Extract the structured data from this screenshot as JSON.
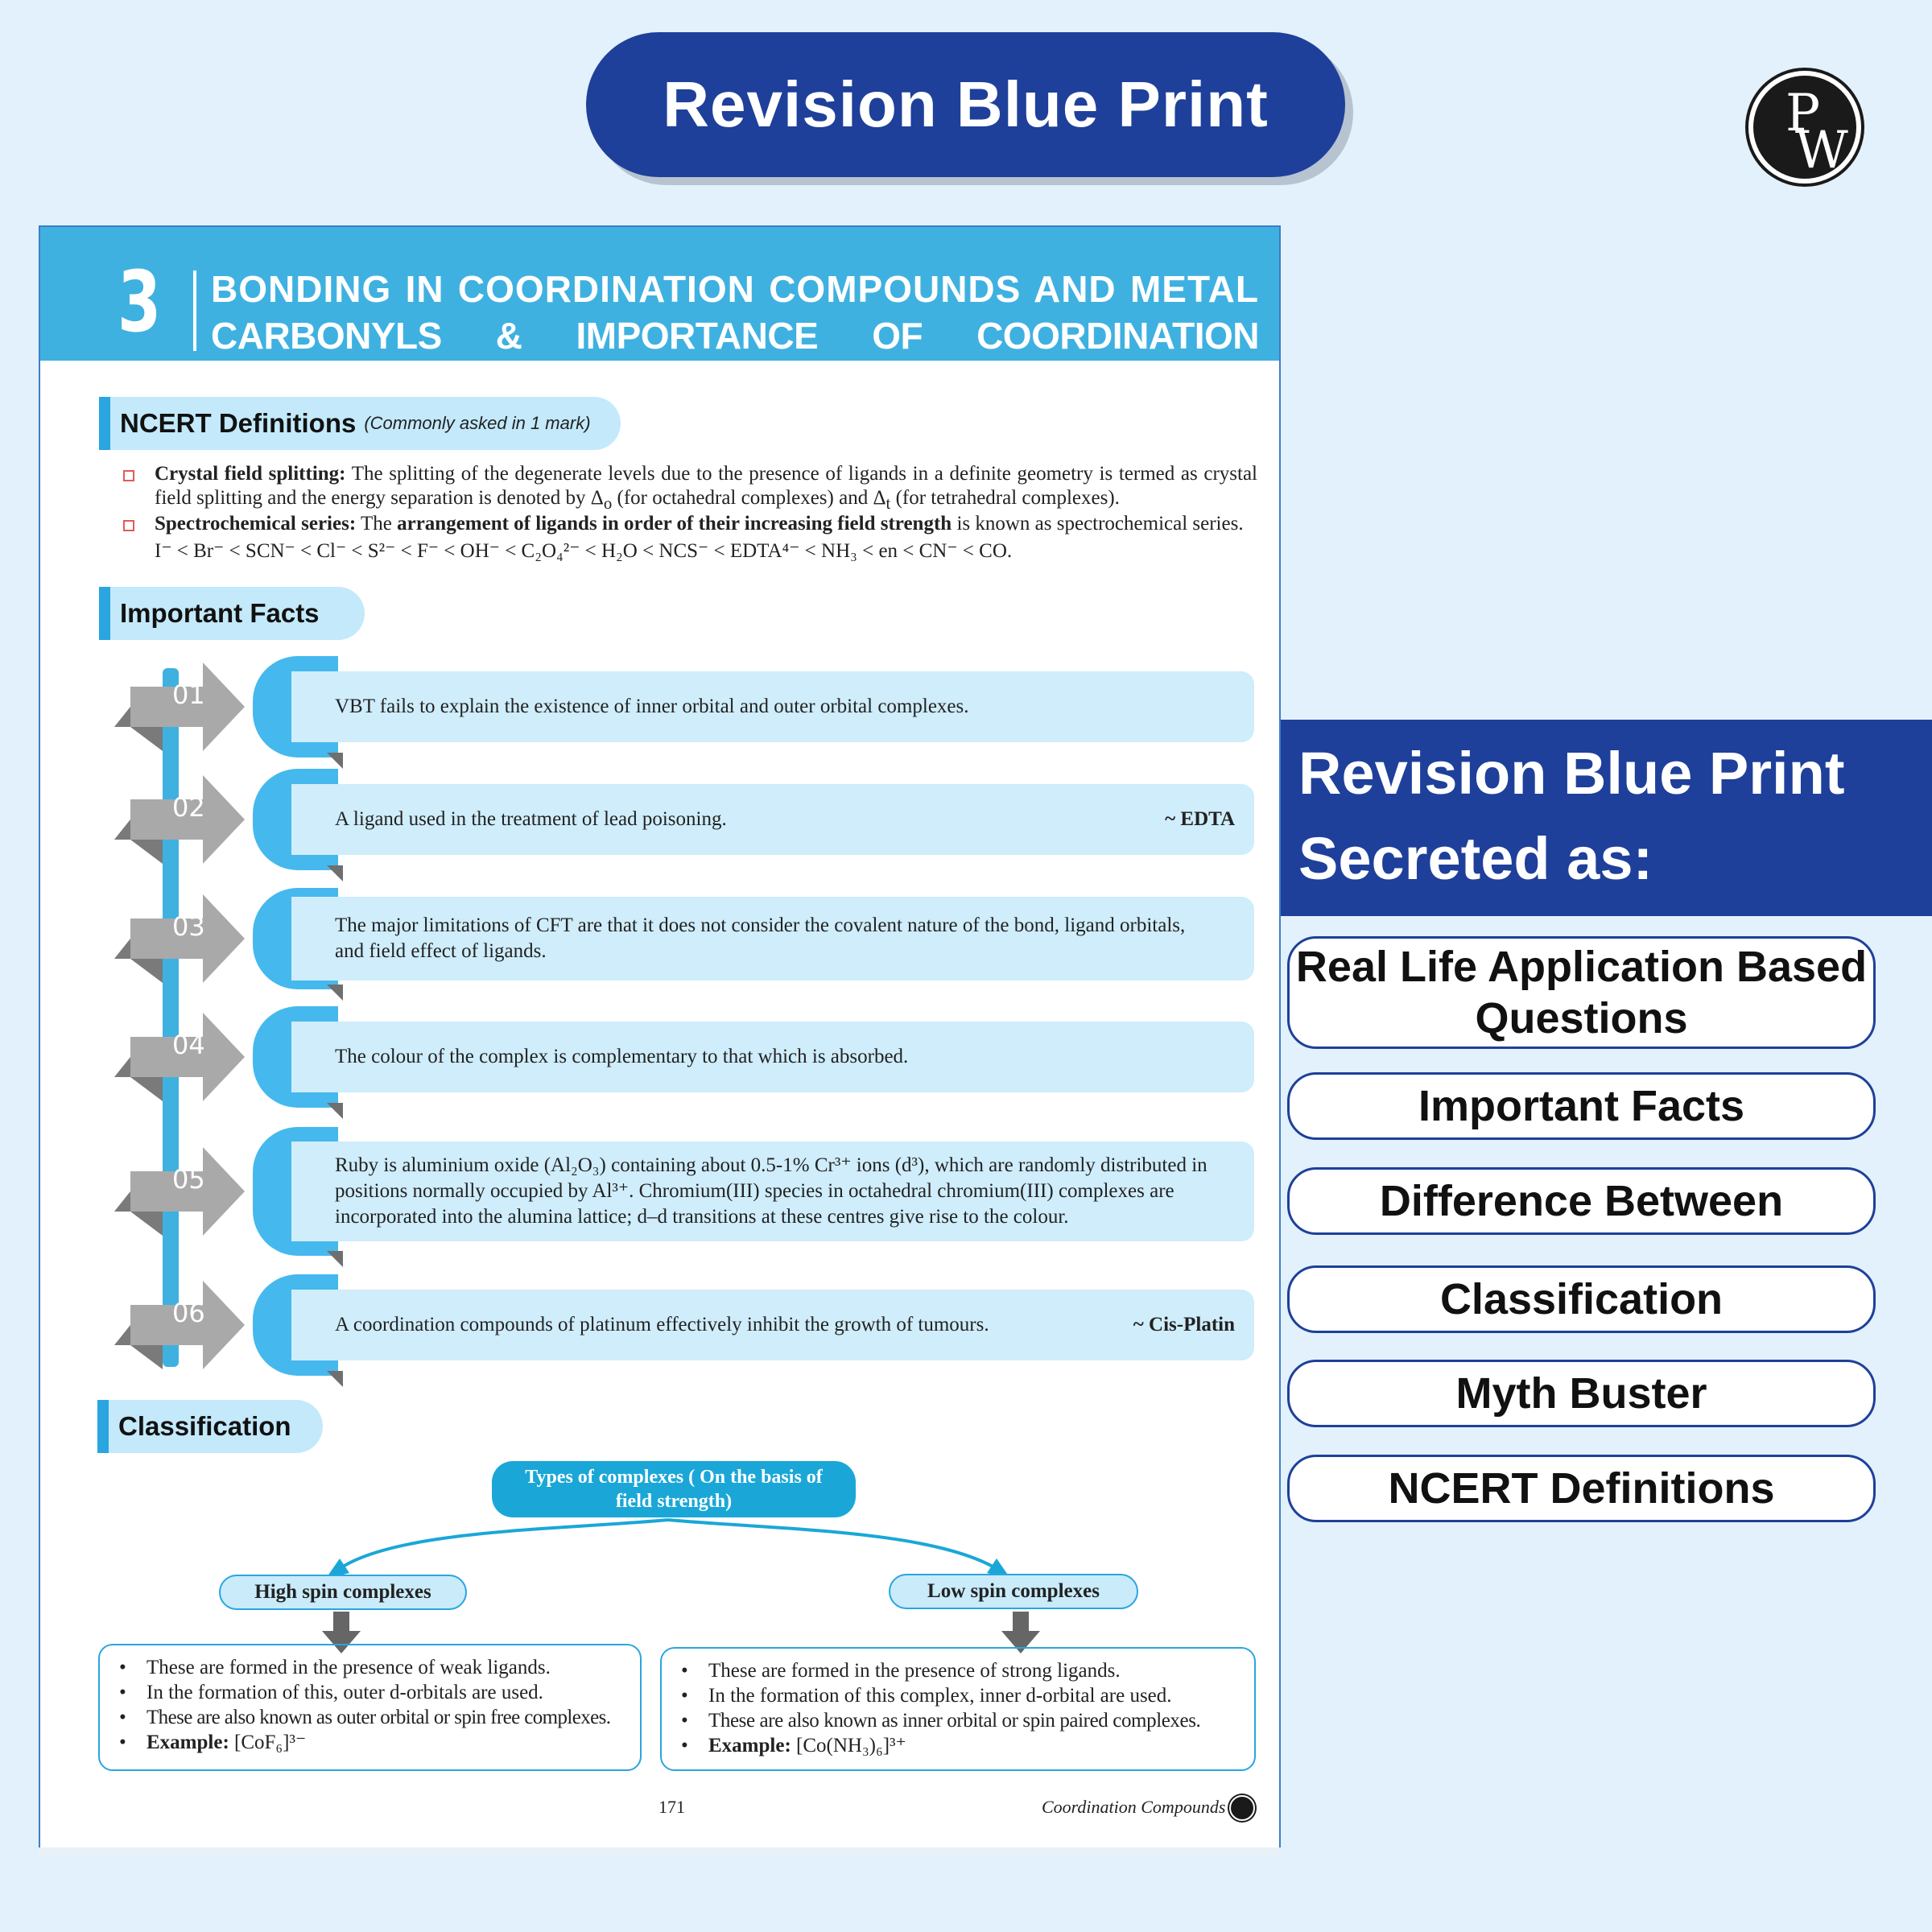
{
  "banner": {
    "title": "Revision Blue Print"
  },
  "logo": {
    "p": "P",
    "w": "W"
  },
  "chapter": {
    "number": "3",
    "title_line1": "BONDING IN COORDINATION COMPOUNDS AND METAL",
    "title_line2": "CARBONYLS & IMPORTANCE OF COORDINATION COMPOUNDS"
  },
  "ncert": {
    "heading": "NCERT Definitions",
    "subheading": "(Commonly asked in 1 mark)",
    "def1_term": "Crystal field splitting:",
    "def1_text": "The splitting of the degenerate levels due to the presence of ligands in a definite geometry is termed as crystal field splitting and the energy separation is denoted by Δ",
    "def1_sub": "o",
    "def1_text2": " (for octahedral complexes) and Δ",
    "def1_sub2": "t",
    "def1_text3": " (for tetrahedral complexes).",
    "def2_term": "Spectrochemical series:",
    "def2_text_a": "The",
    "def2_bold": "arrangement of ligands in order of their increasing field strength",
    "def2_text_b": "is known as spectrochemical series.",
    "series": "I⁻ < Br⁻ < SCN⁻ < Cl⁻ < S²⁻ < F⁻ < OH⁻ < C₂O₄²⁻ < H₂O < NCS⁻ < EDTA⁴⁻ < NH₃ < en < CN⁻ < CO."
  },
  "facts": {
    "heading": "Important Facts",
    "items": [
      {
        "num": "01",
        "text": "VBT fails to explain the existence of inner orbital and outer orbital complexes.",
        "answer": ""
      },
      {
        "num": "02",
        "text": "A ligand used in the treatment of lead poisoning.",
        "answer": "~ EDTA"
      },
      {
        "num": "03",
        "text": "The major limitations of CFT are that it does not consider the covalent nature of the bond, ligand orbitals, and field effect of ligands.",
        "answer": ""
      },
      {
        "num": "04",
        "text": "The colour of the complex is complementary to that which is absorbed.",
        "answer": ""
      },
      {
        "num": "05",
        "text": "Ruby is aluminium oxide (Al₂O₃) containing about 0.5-1% Cr³⁺ ions (d³), which are randomly distributed in positions normally occupied by Al³⁺. Chromium(III) species in octahedral chromium(III) complexes are incorporated into the alumina lattice; d–d transitions at these centres give rise to the colour.",
        "answer": ""
      },
      {
        "num": "06",
        "text": "A coordination compounds of platinum effectively inhibit the growth of tumours.",
        "answer": "~ Cis-Platin"
      }
    ]
  },
  "classification": {
    "heading": "Classification",
    "root": "Types of complexes ( On the basis of field strength)",
    "high": {
      "label": "High spin complexes",
      "items": [
        "These are formed in the presence of weak ligands.",
        "In the formation of this, outer d-orbitals are  used.",
        "These are also known as outer orbital or spin free complexes."
      ],
      "example_label": "Example:",
      "example": "[CoF₆]³⁻"
    },
    "low": {
      "label": "Low spin complexes",
      "items": [
        "These are formed in the presence of strong ligands.",
        "In the formation of this complex, inner d-orbital are used.",
        "These are also known as inner orbital or spin paired complexes."
      ],
      "example_label": "Example:",
      "example": "[Co(NH₃)₆]³⁺"
    }
  },
  "footer": {
    "page": "171",
    "subject": "Coordination Compounds"
  },
  "panel": {
    "title_line1": "Revision Blue Print",
    "title_line2": "Secreted as:",
    "pills": [
      "Real Life Application Based Questions",
      "Important Facts",
      "Difference Between",
      "Classification",
      "Myth Buster",
      "NCERT Definitions"
    ]
  }
}
